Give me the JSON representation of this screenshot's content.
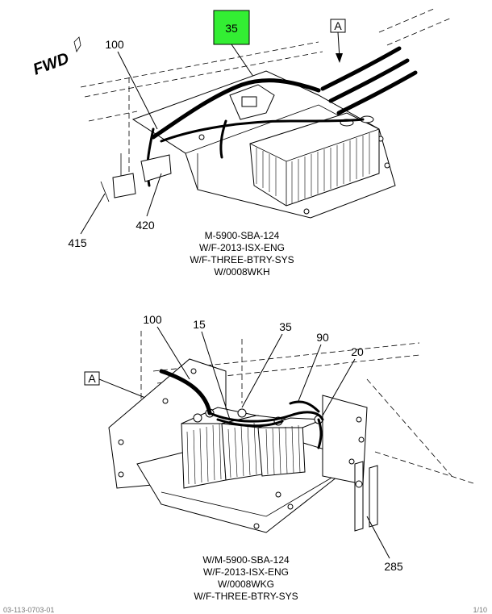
{
  "top_view": {
    "direction_label": "FWD",
    "highlight_callout": "35",
    "highlight_color": "#33ee33",
    "view_ref": "A",
    "callouts": [
      "100",
      "420",
      "415"
    ],
    "caption_lines": [
      "M-5900-SBA-124",
      "W/F-2013-ISX-ENG",
      "W/F-THREE-BTRY-SYS",
      "W/0008WKH"
    ]
  },
  "bottom_view": {
    "view_ref": "A",
    "callouts": [
      "100",
      "15",
      "35",
      "90",
      "20",
      "285"
    ],
    "caption_lines": [
      "W/M-5900-SBA-124",
      "W/F-2013-ISX-ENG",
      "W/0008WKG",
      "W/F-THREE-BTRY-SYS"
    ]
  },
  "footer": {
    "left": "03-113-0703-01",
    "right": "1/10"
  }
}
